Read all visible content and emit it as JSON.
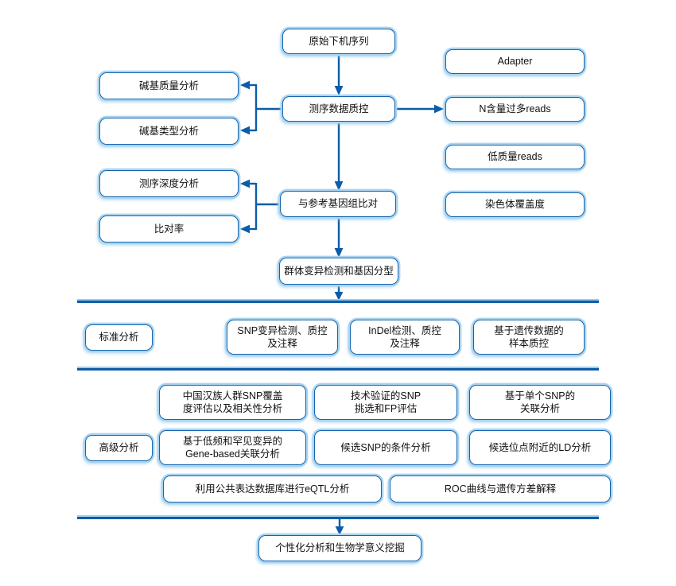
{
  "flow": {
    "raw": "原始下机序列",
    "qc": "测序数据质控",
    "align": "与参考基因组比对",
    "variant_calling": "群体变异检测和基因分型",
    "final": "个性化分析和生物学意义挖掘"
  },
  "qc_left": {
    "base_quality": "碱基质量分析",
    "base_type": "碱基类型分析"
  },
  "qc_right": {
    "adapter": "Adapter",
    "n_reads": "N含量过多reads",
    "low_quality": "低质量reads",
    "chrom_coverage": "染色体覆盖度"
  },
  "align_left": {
    "depth": "测序深度分析",
    "mapping_rate": "比对率"
  },
  "standard": {
    "label": "标准分析",
    "snp": "SNP变异检测、质控\n及注释",
    "indel": "InDel检测、质控\n及注释",
    "sample_qc": "基于遗传数据的\n样本质控"
  },
  "advanced": {
    "label": "高级分析",
    "han_coverage": "中国汉族人群SNP覆盖\n度评估以及相关性分析",
    "tech_snp": "技术验证的SNP\n挑选和FP评估",
    "single_snp": "基于单个SNP的\n关联分析",
    "gene_based": "基于低频和罕见变异的\nGene-based关联分析",
    "conditional": "候选SNP的条件分析",
    "ld": "候选位点附近的LD分析",
    "eqtl": "利用公共表达数据库进行eQTL分析",
    "roc": "ROC曲线与遗传方差解释"
  },
  "colors": {
    "box_border": "#1565ad",
    "box_halo": "#a9d4f1",
    "arrow": "#0c5ca8",
    "divider_dark": "#0e5da7",
    "divider_light": "#9ecdea",
    "text": "#111111",
    "background": "#ffffff"
  }
}
